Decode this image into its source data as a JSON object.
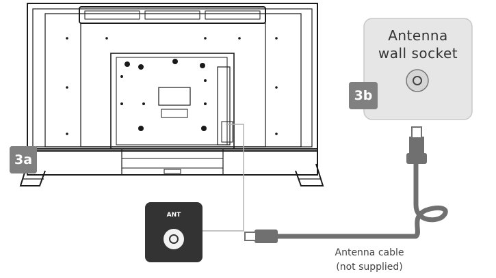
{
  "badges": {
    "tv": "3a",
    "wall": "3b"
  },
  "wall_socket": {
    "label_line1": "Antenna",
    "label_line2": "wall socket"
  },
  "ant_port": {
    "label": "ANT"
  },
  "cable": {
    "label_line1": "Antenna cable",
    "label_line2": "(not supplied)"
  },
  "colors": {
    "outline": "#1a1a1a",
    "badge": "#808080",
    "panel": "#e6e6e6",
    "cable": "#707070",
    "port_bg": "#333333"
  }
}
